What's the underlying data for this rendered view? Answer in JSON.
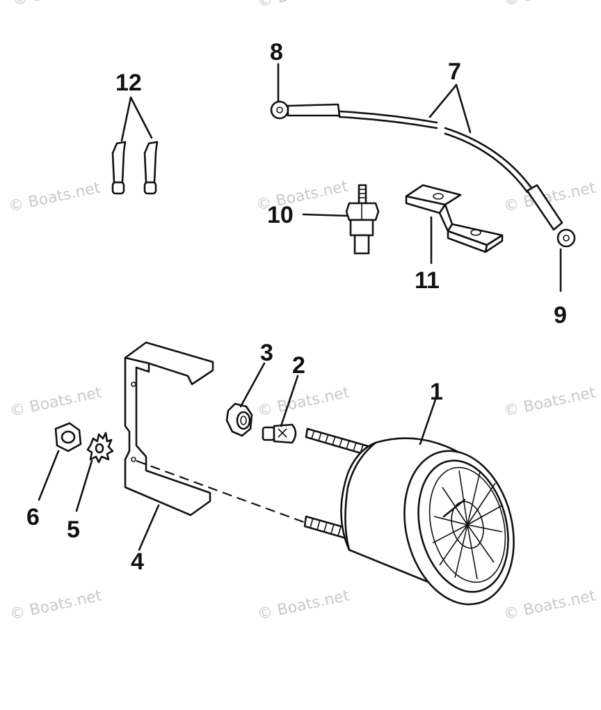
{
  "watermark": "© Boats.net",
  "callouts": {
    "c1": "1",
    "c2": "2",
    "c3": "3",
    "c4": "4",
    "c5": "5",
    "c6": "6",
    "c7": "7",
    "c8": "8",
    "c9": "9",
    "c10": "10",
    "c11": "11",
    "c12": "12"
  },
  "colors": {
    "ink": "#111111",
    "watermark": "#c9c9c9",
    "background": "#ffffff"
  }
}
